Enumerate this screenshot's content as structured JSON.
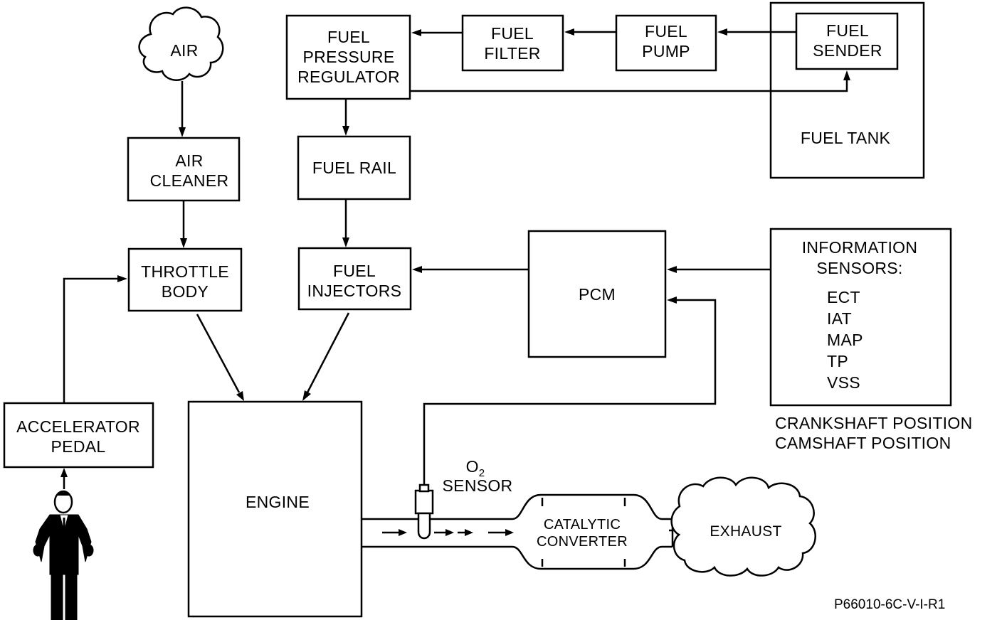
{
  "nodes": {
    "air": "AIR",
    "air_cleaner": [
      "AIR",
      "CLEANER"
    ],
    "throttle_body": [
      "THROTTLE",
      "BODY"
    ],
    "accelerator_pedal": [
      "ACCELERATOR",
      "PEDAL"
    ],
    "fuel_pressure_regulator": [
      "FUEL",
      "PRESSURE",
      "REGULATOR"
    ],
    "fuel_filter": [
      "FUEL",
      "FILTER"
    ],
    "fuel_pump": [
      "FUEL",
      "PUMP"
    ],
    "fuel_sender": [
      "FUEL",
      "SENDER"
    ],
    "fuel_tank": "FUEL TANK",
    "fuel_rail": "FUEL RAIL",
    "fuel_injectors": [
      "FUEL",
      "INJECTORS"
    ],
    "pcm": "PCM",
    "information_sensors": {
      "title": [
        "INFORMATION",
        "SENSORS:"
      ],
      "items": [
        "ECT",
        "IAT",
        "MAP",
        "TP",
        "VSS"
      ]
    },
    "extra_sensors": [
      "CRANKSHAFT POSITION",
      "CAMSHAFT POSITION"
    ],
    "engine": "ENGINE",
    "o2_sensor": {
      "o": "O",
      "sub": "2",
      "label": "SENSOR"
    },
    "catalytic_converter": [
      "CATALYTIC",
      "CONVERTER"
    ],
    "exhaust": "EXHAUST"
  },
  "figure_code": "P66010-6C-V-I-R1"
}
